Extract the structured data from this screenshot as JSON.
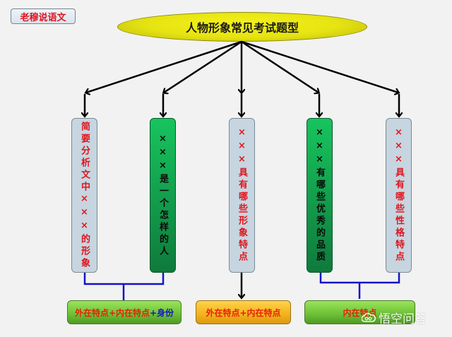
{
  "badge": {
    "label": "老穆说语文"
  },
  "title": {
    "label": "人物形象常见考试题型"
  },
  "columns": [
    {
      "text": "简要分析文中×××的形象",
      "style": "grey"
    },
    {
      "text": "×××是一个怎样的人",
      "style": "green"
    },
    {
      "text": "×××具有哪些形象特点",
      "style": "grey"
    },
    {
      "text": "×××有哪些优秀的品质",
      "style": "green"
    },
    {
      "text": "×××具有哪些性格特点",
      "style": "grey"
    }
  ],
  "results": [
    {
      "parts": [
        {
          "text": "外在特点+内在特点",
          "color": "red"
        },
        {
          "text": "+身份",
          "color": "blue"
        }
      ],
      "style": "green"
    },
    {
      "parts": [
        {
          "text": "外在特点+内在特点",
          "color": "red"
        }
      ],
      "style": "orange"
    },
    {
      "parts": [
        {
          "text": "内在特点",
          "color": "red"
        }
      ],
      "style": "green"
    }
  ],
  "watermark": {
    "label": "悟空问答"
  },
  "colors": {
    "ellipse": "#e6e312",
    "grey_box": "#c6d5df",
    "green_box": "#17c45e",
    "red_text": "#e0141e",
    "blue_text": "#1414c8",
    "connector_blue": "#1414c8"
  }
}
